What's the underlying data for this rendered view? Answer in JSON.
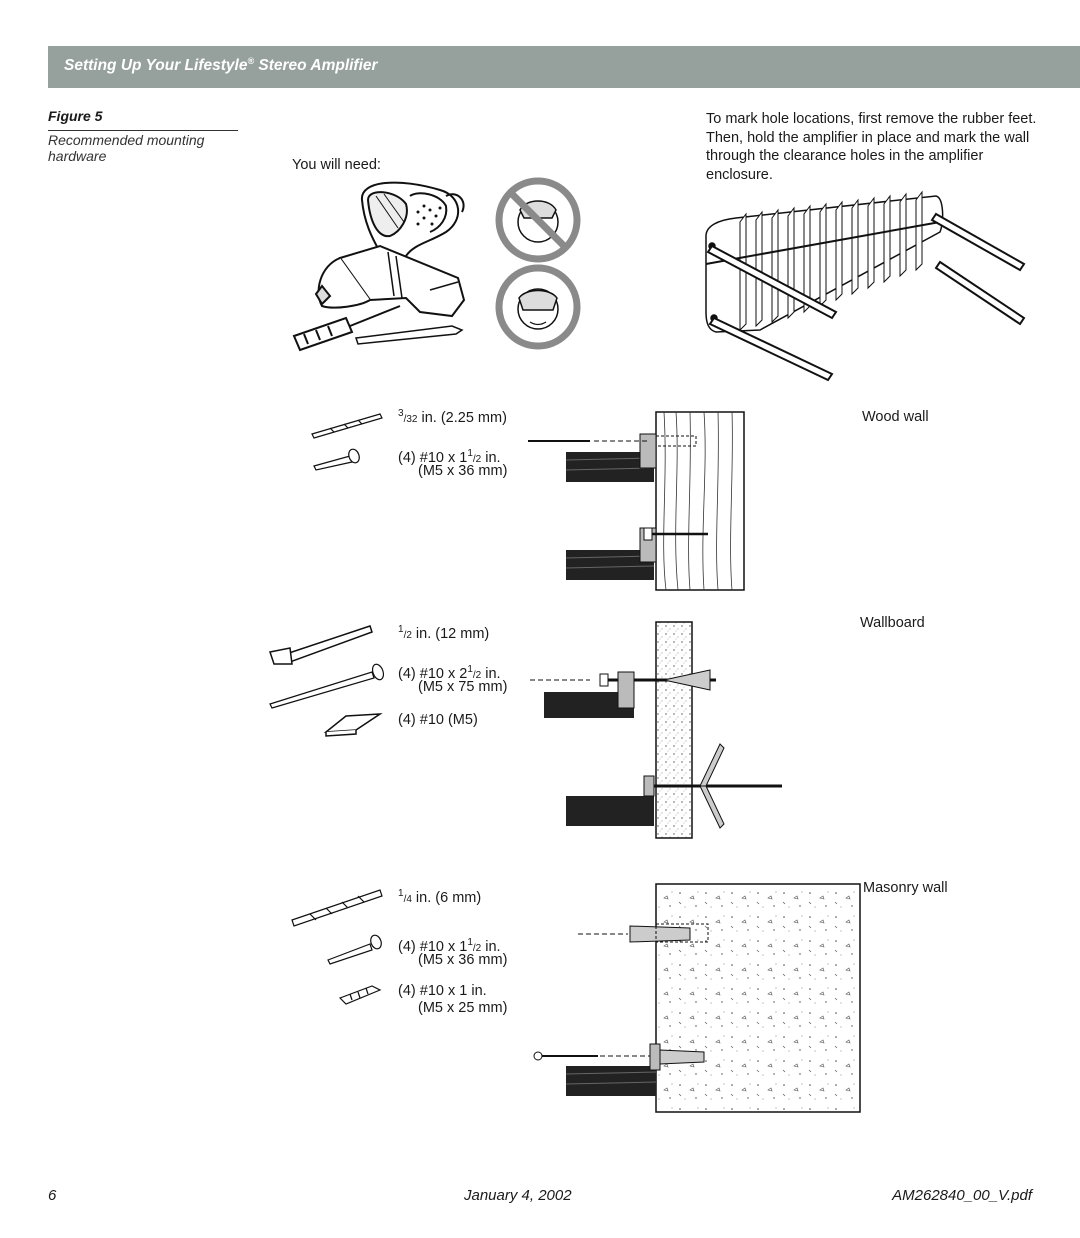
{
  "header": {
    "title_before": "Setting Up Your Lifestyle",
    "title_reg": "®",
    "title_after": " Stereo Amplifier"
  },
  "figure": {
    "label": "Figure 5",
    "caption": "Recommended mounting hardware"
  },
  "intro_text": "To mark hole locations, first remove the rubber feet. Then, hold the amplifier in place and mark the wall through the clearance holes in the amplifier enclosure.",
  "you_will_need": "You will need:",
  "wood": {
    "wall_label": "Wood wall",
    "drill_num": "3",
    "drill_den": "32",
    "drill_rest": " in. (2.25 mm)",
    "screw_a": "(4) #10 x 1",
    "screw_num": "1",
    "screw_den": "2",
    "screw_b": " in.",
    "screw_metric": "(M5 x 36 mm)"
  },
  "wallboard": {
    "wall_label": "Wallboard",
    "drill_num": "1",
    "drill_den": "2",
    "drill_rest": " in. (12 mm)",
    "screw_a": "(4) #10 x 2",
    "screw_num": "1",
    "screw_den": "2",
    "screw_b": " in.",
    "screw_metric": "(M5 x 75 mm)",
    "anchor": "(4) #10 (M5)"
  },
  "masonry": {
    "wall_label": "Masonry wall",
    "drill_num": "1",
    "drill_den": "4",
    "drill_rest": " in. (6 mm)",
    "screw_a": "(4) #10 x 1",
    "screw_num": "1",
    "screw_den": "2",
    "screw_b": " in.",
    "screw_metric": "(M5 x 36 mm)",
    "anchor_line1": "(4) #10 x 1 in.",
    "anchor_metric": "(M5 x 25 mm)"
  },
  "footer": {
    "page_number": "6",
    "date": "January 4, 2002",
    "filename": "AM262840_00_V.pdf"
  },
  "colors": {
    "banner": "#96a09c",
    "prohibition": "#8a8a8a"
  }
}
